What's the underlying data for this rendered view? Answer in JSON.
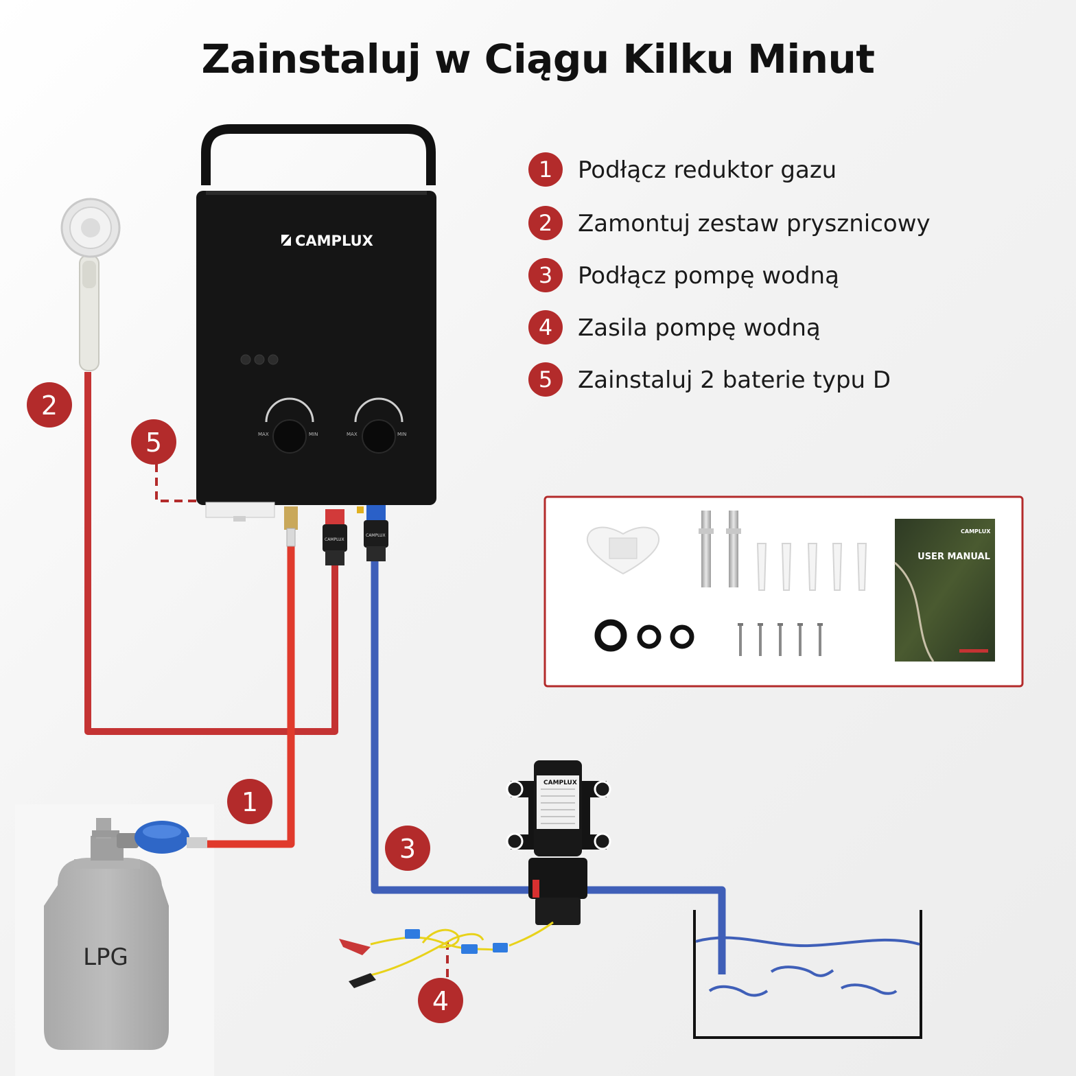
{
  "title": "Zainstaluj w Ciągu Kilku Minut",
  "steps": [
    {
      "number": "1",
      "text": "Podłącz reduktor gazu"
    },
    {
      "number": "2",
      "text": "Zamontuj zestaw prysznicowy"
    },
    {
      "number": "3",
      "text": "Podłącz pompę wodną"
    },
    {
      "number": "4",
      "text": "Zasila pompę wodną"
    },
    {
      "number": "5",
      "text": "Zainstaluj 2 baterie typu D"
    }
  ],
  "diagram_badges": {
    "gas": "1",
    "shower": "2",
    "pump": "3",
    "power": "4",
    "battery": "5"
  },
  "heater": {
    "brand": "CAMPLUX",
    "knob_max": "MAX",
    "knob_min": "MIN"
  },
  "connectors": {
    "red_label": "CAMPLUX",
    "blue_label": "CAMPLUX"
  },
  "pump": {
    "brand": "CAMPLUX"
  },
  "cylinder": {
    "label": "LPG"
  },
  "accessories": {
    "manual_brand": "CAMPLUX",
    "manual_title": "USER MANUAL"
  },
  "colors": {
    "accent_red": "#b32b2b",
    "hot_pipe": "#e03a2c",
    "gas_pipe_dark": "#c43333",
    "water_pipe": "#3f5fb8",
    "heater_body": "#151515"
  }
}
